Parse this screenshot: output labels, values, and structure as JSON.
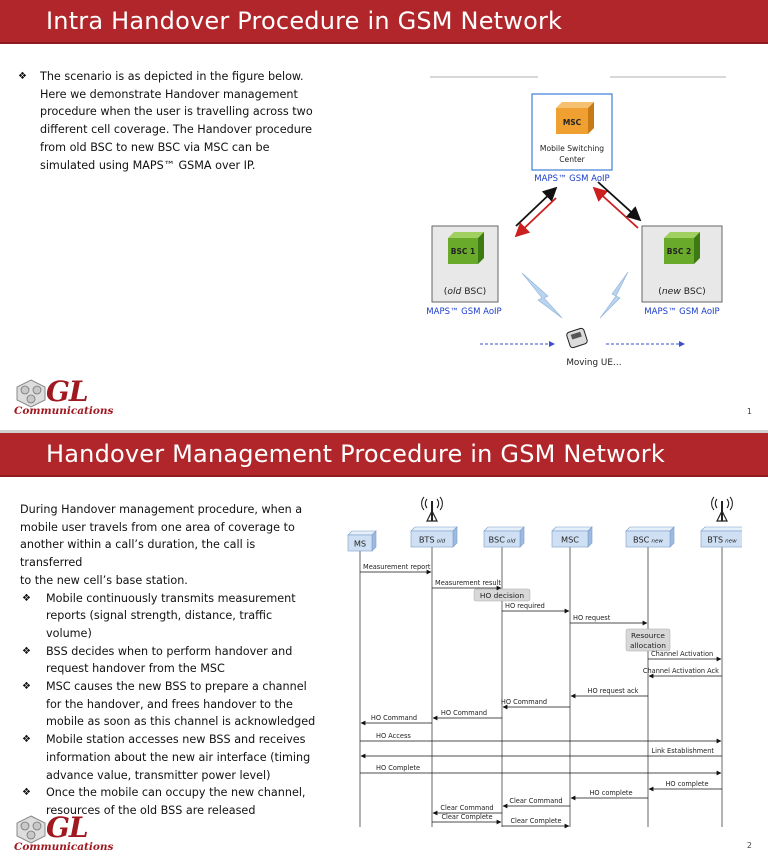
{
  "slide1": {
    "title": "Intra Handover Procedure in GSM Network",
    "bullets": [
      "The scenario is as depicted in the figure below. Here we demonstrate Handover management procedure when the user is travelling across two different cell coverage. The Handover procedure from old BSC to new BSC via MSC can be simulated using MAPS™ GSMA over IP."
    ],
    "bullet_lines": [
      "The scenario is as depicted in the figure below.",
      "Here we demonstrate Handover management",
      "procedure when the user is travelling across two",
      "different cell coverage. The Handover procedure",
      "from old BSC to new BSC via MSC can be",
      "simulated using MAPS™ GSMA over IP."
    ],
    "figure": {
      "msc_box_label": "MSC",
      "msc_name_line1": "Mobile Switching",
      "msc_name_line2": "Center",
      "msc_caption": "MAPS™ GSM AoIP",
      "bsc1_label": "BSC 1",
      "bsc1_sub_paren_open": "(",
      "bsc1_sub_italic": "old",
      "bsc1_sub_rest": " BSC)",
      "bsc1_caption": "MAPS™ GSM AoIP",
      "bsc2_label": "BSC 2",
      "bsc2_sub_paren_open": "(",
      "bsc2_sub_italic": "new",
      "bsc2_sub_rest": " BSC)",
      "bsc2_caption": "MAPS™ GSM AoIP",
      "ue_label": "Moving UE…"
    },
    "logo": {
      "mark": "GL",
      "sub": "Communications"
    },
    "page_number": "1"
  },
  "slide2": {
    "title": "Handover Management Procedure in GSM Network",
    "intro_lines": [
      "During Handover management procedure, when a",
      "mobile user travels from one area of coverage to",
      "another within a call’s duration, the call is transferred",
      "to the new cell’s base station."
    ],
    "bullets": [
      {
        "lines": [
          "Mobile continuously transmits measurement",
          "reports (signal strength, distance, traffic volume)"
        ]
      },
      {
        "lines": [
          "BSS decides when to perform handover and",
          "request handover from the MSC"
        ]
      },
      {
        "lines": [
          "MSC causes the new BSS to prepare a channel",
          "for the handover, and frees handover to the",
          "mobile as soon as this channel is acknowledged"
        ]
      },
      {
        "lines": [
          "Mobile station accesses new BSS and receives",
          "information about the new air interface (timing",
          "advance value, transmitter power level)"
        ]
      },
      {
        "lines": [
          "Once the mobile can occupy the new channel,",
          "resources of the old BSS are released"
        ]
      }
    ],
    "diagram": {
      "entities": [
        {
          "name": "MS",
          "sub": ""
        },
        {
          "name": "BTS",
          "sub": "old"
        },
        {
          "name": "BSC",
          "sub": "old"
        },
        {
          "name": "MSC",
          "sub": ""
        },
        {
          "name": "BSC",
          "sub": "new"
        },
        {
          "name": "BTS",
          "sub": "new"
        }
      ],
      "notes": [
        {
          "text": "HO decision",
          "lane": 2
        },
        {
          "text": "Resource\nallocation",
          "lane": 4
        }
      ],
      "messages": [
        {
          "label": "Measurement report",
          "from": 0,
          "to": 1
        },
        {
          "label": "Measurement result",
          "from": 1,
          "to": 2
        },
        {
          "label": "HO required",
          "from": 2,
          "to": 3
        },
        {
          "label": "HO request",
          "from": 3,
          "to": 4
        },
        {
          "label": "Channel Activation",
          "from": 4,
          "to": 5
        },
        {
          "label": "Channel Activation Ack",
          "from": 5,
          "to": 4
        },
        {
          "label": "HO request ack",
          "from": 4,
          "to": 3
        },
        {
          "label": "HO Command",
          "from": 3,
          "to": 2
        },
        {
          "label": "HO Command",
          "from": 2,
          "to": 1
        },
        {
          "label": "HO Command",
          "from": 1,
          "to": 0
        },
        {
          "label": "HO Access",
          "from": 0,
          "to": 5
        },
        {
          "label": "Link Establishment",
          "from": 5,
          "to": 0
        },
        {
          "label": "HO Complete",
          "from": 0,
          "to": 5
        },
        {
          "label": "HO complete",
          "from": 5,
          "to": 4
        },
        {
          "label": "HO complete",
          "from": 4,
          "to": 3
        },
        {
          "label": "Clear Command",
          "from": 3,
          "to": 2
        },
        {
          "label": "Clear Command",
          "from": 2,
          "to": 1
        },
        {
          "label": "Clear Complete",
          "from": 1,
          "to": 2
        },
        {
          "label": "Clear Complete",
          "from": 2,
          "to": 3
        }
      ]
    },
    "logo": {
      "mark": "GL",
      "sub": "Communications"
    },
    "page_number": "2"
  },
  "colors": {
    "title_bar": "#b0262a",
    "logo": "#a01820",
    "msc_cube": "#f0a030",
    "bsc_cube": "#6aaa2a",
    "caption_blue": "#1a3ccc",
    "arrow_red": "#cc1f1f"
  },
  "icons": [
    "bullet-diamond-icon",
    "gl-logo-icon",
    "cube-icon",
    "phone-icon",
    "antenna-icon",
    "lightning-icon"
  ]
}
